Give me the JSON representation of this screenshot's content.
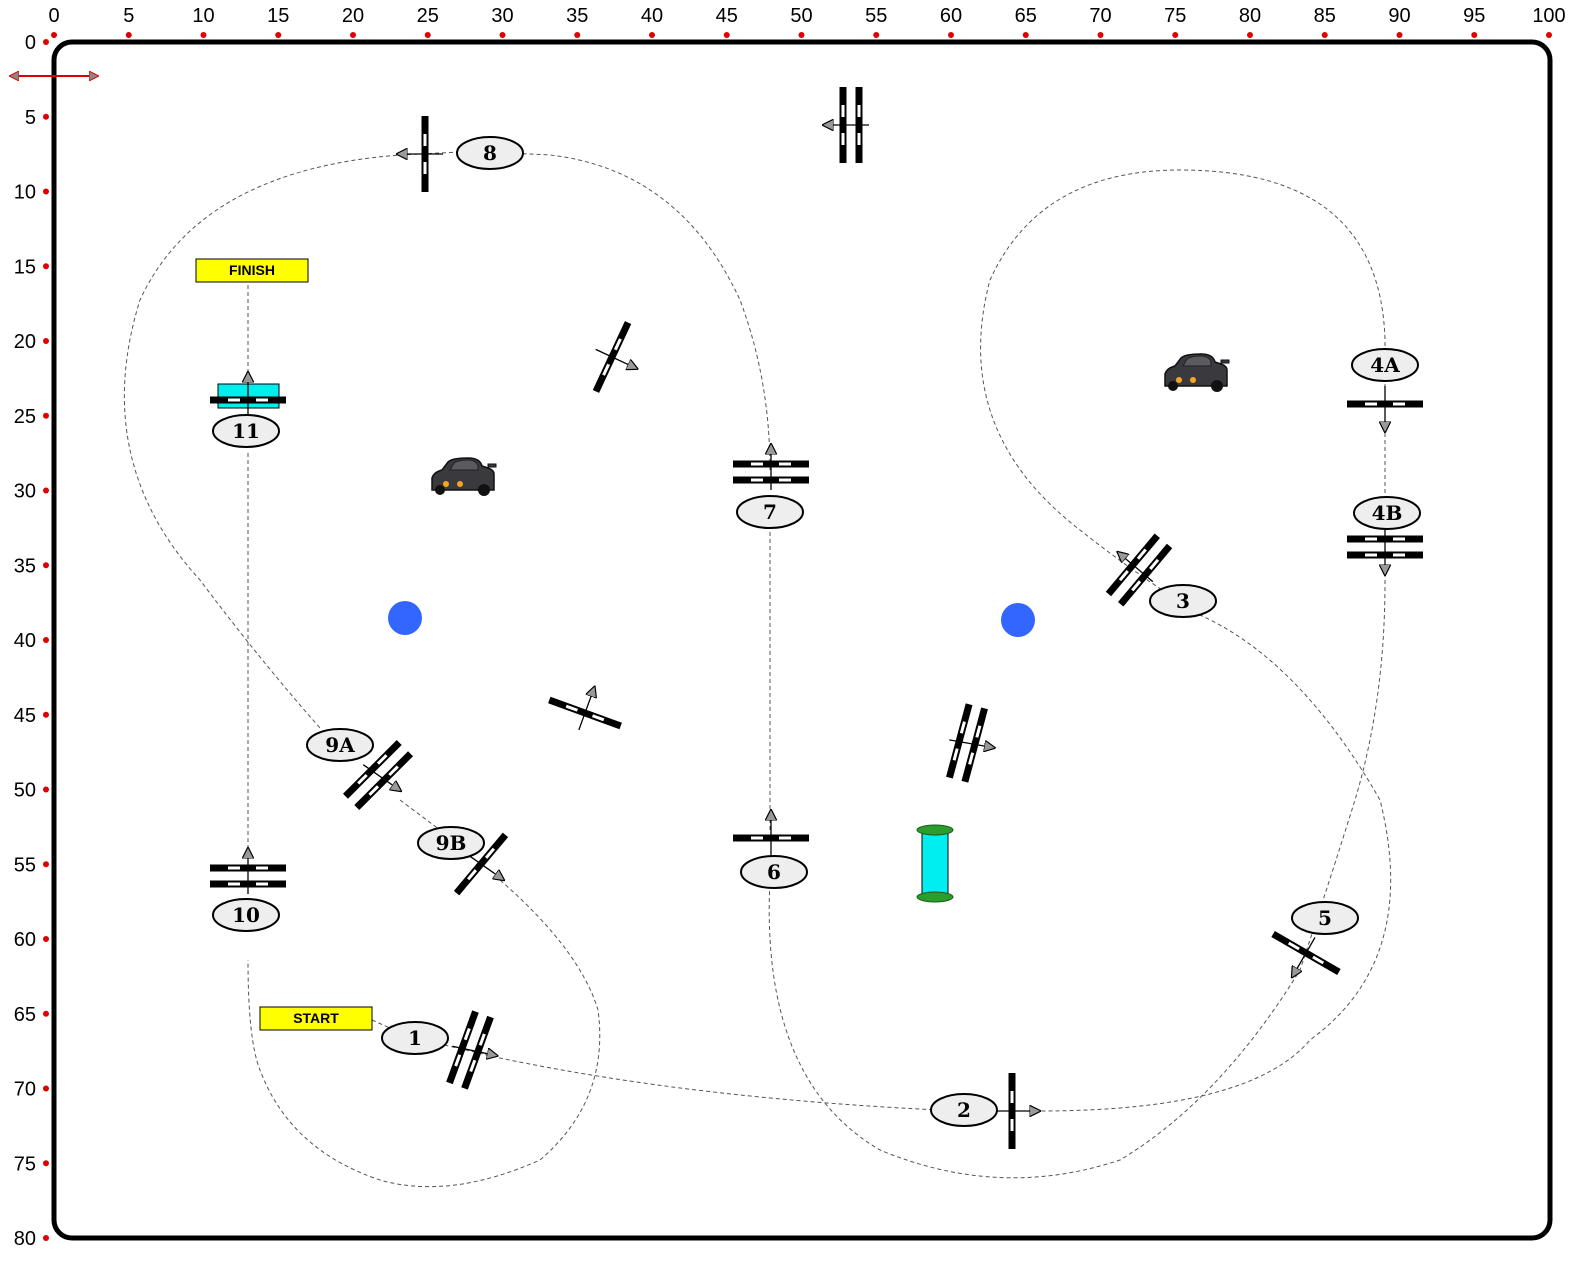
{
  "axes": {
    "x_ticks": [
      "0",
      "5",
      "10",
      "15",
      "20",
      "25",
      "30",
      "35",
      "40",
      "45",
      "50",
      "55",
      "60",
      "65",
      "70",
      "75",
      "80",
      "85",
      "90",
      "95",
      "100"
    ],
    "y_ticks": [
      "0",
      "5",
      "10",
      "15",
      "20",
      "25",
      "30",
      "35",
      "40",
      "45",
      "50",
      "55",
      "60",
      "65",
      "70",
      "75",
      "80"
    ]
  },
  "banners": {
    "start": "START",
    "finish": "FINISH"
  },
  "gates": {
    "g1": "1",
    "g2": "2",
    "g3": "3",
    "g4a": "4A",
    "g4b": "4B",
    "g5": "5",
    "g6": "6",
    "g7": "7",
    "g8": "8",
    "g9a": "9A",
    "g9b": "9B",
    "g10": "10",
    "g11": "11"
  },
  "colors": {
    "tick_marker": "#e00000",
    "banner": "#ffff00",
    "cone": "#3366ff",
    "platform": "#00eeee",
    "platform_edge": "#1a7a1a",
    "car": "#3a3a3e"
  }
}
